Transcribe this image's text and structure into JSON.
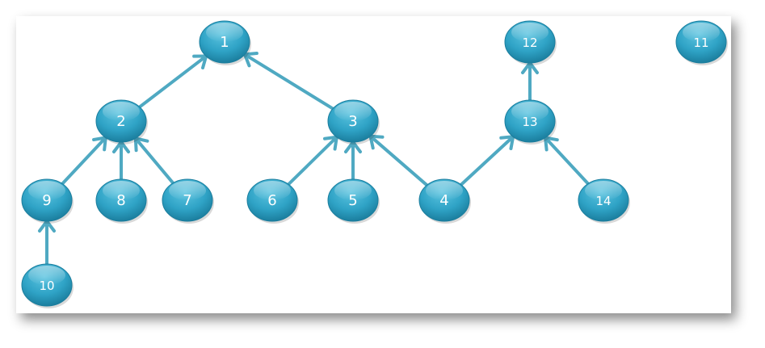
{
  "colors": {
    "node_fill": "#2fa3c6",
    "node_dark": "#1b7e9e",
    "edge": "#4fa9c2",
    "label": "#ffffff"
  },
  "nodes": [
    {
      "id": "1",
      "label": "1"
    },
    {
      "id": "2",
      "label": "2"
    },
    {
      "id": "3",
      "label": "3"
    },
    {
      "id": "12",
      "label": "12"
    },
    {
      "id": "11",
      "label": "11"
    },
    {
      "id": "13",
      "label": "13"
    },
    {
      "id": "9",
      "label": "9"
    },
    {
      "id": "8",
      "label": "8"
    },
    {
      "id": "7",
      "label": "7"
    },
    {
      "id": "6",
      "label": "6"
    },
    {
      "id": "5",
      "label": "5"
    },
    {
      "id": "4",
      "label": "4"
    },
    {
      "id": "14",
      "label": "14"
    },
    {
      "id": "10",
      "label": "10"
    }
  ],
  "edges": [
    {
      "from": "2",
      "to": "1"
    },
    {
      "from": "3",
      "to": "1"
    },
    {
      "from": "9",
      "to": "2"
    },
    {
      "from": "8",
      "to": "2"
    },
    {
      "from": "7",
      "to": "2"
    },
    {
      "from": "6",
      "to": "3"
    },
    {
      "from": "5",
      "to": "3"
    },
    {
      "from": "4",
      "to": "3"
    },
    {
      "from": "4",
      "to": "13"
    },
    {
      "from": "13",
      "to": "12"
    },
    {
      "from": "14",
      "to": "13"
    },
    {
      "from": "10",
      "to": "9"
    }
  ]
}
